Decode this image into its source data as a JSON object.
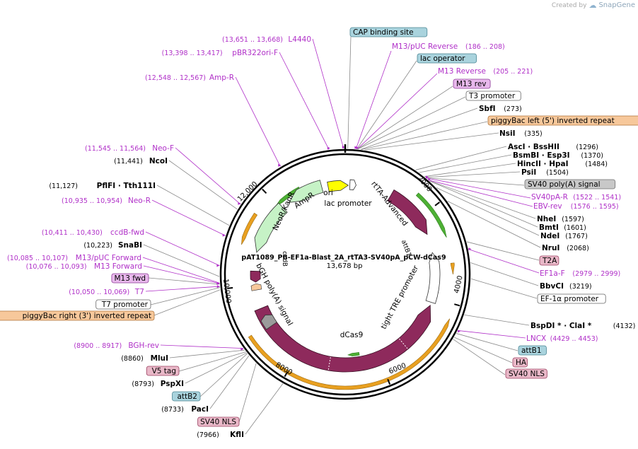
{
  "brand": {
    "created_by": "Created by",
    "logo_glyph": "☁",
    "name": "SnapGene"
  },
  "map": {
    "name": "pAT1089_PB-EF1a-Blast_2A_rtTA3-SV40pA_pCW-dCas9",
    "length": "13,678 bp",
    "ticks": [
      "2000",
      "4000",
      "6000",
      "8000",
      "10,000",
      "12,000"
    ]
  },
  "labels": [
    {
      "id": "cap-binding-site",
      "kind": "box",
      "text": "CAP binding site",
      "fill": "#a9d3dd",
      "stroke": "#4c8694"
    },
    {
      "id": "m13-puc-reverse",
      "kind": "primer",
      "name": "M13/pUC Reverse",
      "coords": "(186 .. 208)"
    },
    {
      "id": "lac-operator",
      "kind": "box",
      "text": "lac operator",
      "fill": "#a9d3dd",
      "stroke": "#4c8694"
    },
    {
      "id": "m13-reverse",
      "kind": "primer",
      "name": "M13 Reverse",
      "coords": "(205 .. 221)"
    },
    {
      "id": "m13-rev",
      "kind": "box",
      "text": "M13 rev",
      "fill": "#e8b8ec",
      "stroke": "#8e3d98"
    },
    {
      "id": "t3-promoter",
      "kind": "box",
      "text": "T3 promoter",
      "fill": "#ffffff",
      "stroke": "#666666"
    },
    {
      "id": "sbfi",
      "kind": "enzyme",
      "name": "SbfI",
      "pos": "(273)"
    },
    {
      "id": "piggybac-left",
      "kind": "box",
      "text": "piggyBac left (5') inverted repeat",
      "fill": "#f7c89b",
      "stroke": "#b07438"
    },
    {
      "id": "nsii",
      "kind": "enzyme",
      "name": "NsiI",
      "pos": "(335)"
    },
    {
      "id": "asci",
      "kind": "enzyme",
      "name": "AscI · BssHII",
      "pos": "(1296)"
    },
    {
      "id": "bsmbi",
      "kind": "enzyme",
      "name": "BsmBI · Esp3I",
      "pos": "(1370)"
    },
    {
      "id": "hincii",
      "kind": "enzyme",
      "name": "HincII · HpaI",
      "pos": "(1484)"
    },
    {
      "id": "psii",
      "kind": "enzyme",
      "name": "PsiI",
      "pos": "(1504)"
    },
    {
      "id": "sv40-polya-signal",
      "kind": "box",
      "text": "SV40 poly(A) signal",
      "fill": "#c8c8c8",
      "stroke": "#707070"
    },
    {
      "id": "sv40pa-r",
      "kind": "primer",
      "name": "SV40pA-R",
      "coords": "(1522 .. 1541)"
    },
    {
      "id": "ebv-rev",
      "kind": "primer",
      "name": "EBV-rev",
      "coords": "(1576 .. 1595)"
    },
    {
      "id": "nhei",
      "kind": "enzyme",
      "name": "NheI",
      "pos": "(1597)"
    },
    {
      "id": "bmti",
      "kind": "enzyme",
      "name": "BmtI",
      "pos": "(1601)"
    },
    {
      "id": "ndei",
      "kind": "enzyme",
      "name": "NdeI",
      "pos": "(1767)"
    },
    {
      "id": "nrui",
      "kind": "enzyme",
      "name": "NruI",
      "pos": "(2068)"
    },
    {
      "id": "t2a",
      "kind": "box",
      "text": "T2A",
      "fill": "#e9b8c8",
      "stroke": "#9a4060"
    },
    {
      "id": "ef1a-f",
      "kind": "primer",
      "name": "EF1a-F",
      "coords": "(2979 .. 2999)"
    },
    {
      "id": "bbvci",
      "kind": "enzyme",
      "name": "BbvCI",
      "pos": "(3219)"
    },
    {
      "id": "ef1a-promoter",
      "kind": "box",
      "text": "EF-1α promoter",
      "fill": "#ffffff",
      "stroke": "#666666"
    },
    {
      "id": "bspdi",
      "kind": "enzyme",
      "name": "BspDI * · ClaI *",
      "pos": "(4132)"
    },
    {
      "id": "lncx",
      "kind": "primer",
      "name": "LNCX",
      "coords": "(4429 .. 4453)"
    },
    {
      "id": "attb1",
      "kind": "box",
      "text": "attB1",
      "fill": "#a9d3dd",
      "stroke": "#4c8694"
    },
    {
      "id": "ha",
      "kind": "box",
      "text": "HA",
      "fill": "#e9b8c8",
      "stroke": "#9a4060"
    },
    {
      "id": "sv40-nls-right",
      "kind": "box",
      "text": "SV40 NLS",
      "fill": "#e9b8c8",
      "stroke": "#9a4060"
    },
    {
      "id": "kfli",
      "kind": "enzyme",
      "name": "KflI",
      "pos": "(7966)"
    },
    {
      "id": "sv40-nls-left",
      "kind": "box",
      "text": "SV40 NLS",
      "fill": "#e9b8c8",
      "stroke": "#9a4060"
    },
    {
      "id": "paci",
      "kind": "enzyme",
      "name": "PacI",
      "pos": "(8733)"
    },
    {
      "id": "attb2",
      "kind": "box",
      "text": "attB2",
      "fill": "#a9d3dd",
      "stroke": "#4c8694"
    },
    {
      "id": "pspxi",
      "kind": "enzyme",
      "name": "PspXI",
      "pos": "(8793)"
    },
    {
      "id": "v5-tag",
      "kind": "box",
      "text": "V5 tag",
      "fill": "#e9b8c8",
      "stroke": "#9a4060"
    },
    {
      "id": "mlui",
      "kind": "enzyme",
      "name": "MluI",
      "pos": "(8860)"
    },
    {
      "id": "bgh-rev",
      "kind": "primer",
      "name": "BGH-rev",
      "coords": "(8900 .. 8917)"
    },
    {
      "id": "piggybac-right",
      "kind": "box",
      "text": "piggyBac right (3') inverted repeat",
      "fill": "#f7c89b",
      "stroke": "#b07438"
    },
    {
      "id": "t7-promoter",
      "kind": "box",
      "text": "T7 promoter",
      "fill": "#ffffff",
      "stroke": "#666666"
    },
    {
      "id": "t7",
      "kind": "primer",
      "name": "T7",
      "coords": "(10,050 .. 10,069)"
    },
    {
      "id": "m13-fwd",
      "kind": "box",
      "text": "M13 fwd",
      "fill": "#e8b8ec",
      "stroke": "#8e3d98"
    },
    {
      "id": "m13-forward",
      "kind": "primer",
      "name": "M13 Forward",
      "coords": "(10,076 .. 10,093)"
    },
    {
      "id": "m13-puc-forward",
      "kind": "primer",
      "name": "M13/pUC Forward",
      "coords": "(10,085 .. 10,107)"
    },
    {
      "id": "snabi",
      "kind": "enzyme",
      "name": "SnaBI",
      "pos": "(10,223)"
    },
    {
      "id": "ccdb-fwd",
      "kind": "primer",
      "name": "ccdB-fwd",
      "coords": "(10,411 .. 10,430)"
    },
    {
      "id": "neo-r",
      "kind": "primer",
      "name": "Neo-R",
      "coords": "(10,935 .. 10,954)"
    },
    {
      "id": "pflfi",
      "kind": "enzyme",
      "name": "PflFI · Tth111I",
      "pos": "(11,127)"
    },
    {
      "id": "ncoi",
      "kind": "enzyme",
      "name": "NcoI",
      "pos": "(11,441)"
    },
    {
      "id": "neo-f",
      "kind": "primer",
      "name": "Neo-F",
      "coords": "(11,545 .. 11,564)"
    },
    {
      "id": "amp-r",
      "kind": "primer",
      "name": "Amp-R",
      "coords": "(12,548 .. 12,567)"
    },
    {
      "id": "pbr322ori-f",
      "kind": "primer",
      "name": "pBR322ori-F",
      "coords": "(13,398 .. 13,417)"
    },
    {
      "id": "l4440",
      "kind": "primer",
      "name": "L4440",
      "coords": "(13,651 .. 13,668)"
    }
  ],
  "features": [
    {
      "id": "ori",
      "name": "ori",
      "color": "#ffff00"
    },
    {
      "id": "lac-promoter",
      "name": "lac promoter",
      "color": "#ffffff"
    },
    {
      "id": "rtta-advanced",
      "name": "rtTA-Advanced",
      "color": "#8e2a5c"
    },
    {
      "id": "attb1-feature",
      "name": "attB1",
      "color": "#8fc7d3"
    },
    {
      "id": "tight-tre-promoter",
      "name": "tight TRE promoter",
      "color": "#ffffff"
    },
    {
      "id": "dcas9",
      "name": "dCas9",
      "color": "#8e2a5c"
    },
    {
      "id": "bgh-polya-signal",
      "name": "bGH poly(A) signal",
      "color": "#9b9b9b"
    },
    {
      "id": "ccdb",
      "name": "ccdB",
      "color": "#8e2a5c"
    },
    {
      "id": "neor-kanr",
      "name": "NeoR/KanR",
      "color": "#c6f2c6"
    },
    {
      "id": "ampr",
      "name": "AmpR",
      "color": "#c6f2c6"
    }
  ],
  "colors": {
    "primer": "#b030c8",
    "enzyme": "#000000",
    "backbone": "#000000",
    "orf_green": "#4db034",
    "orf_orange": "#e9a020"
  }
}
